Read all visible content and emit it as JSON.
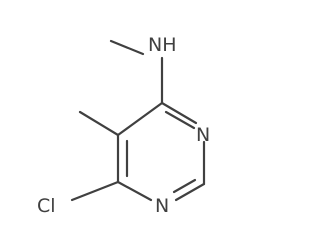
{
  "molecule": {
    "atoms": {
      "nh": "NH",
      "n3": "N",
      "n1": "N",
      "cl": "Cl"
    }
  }
}
